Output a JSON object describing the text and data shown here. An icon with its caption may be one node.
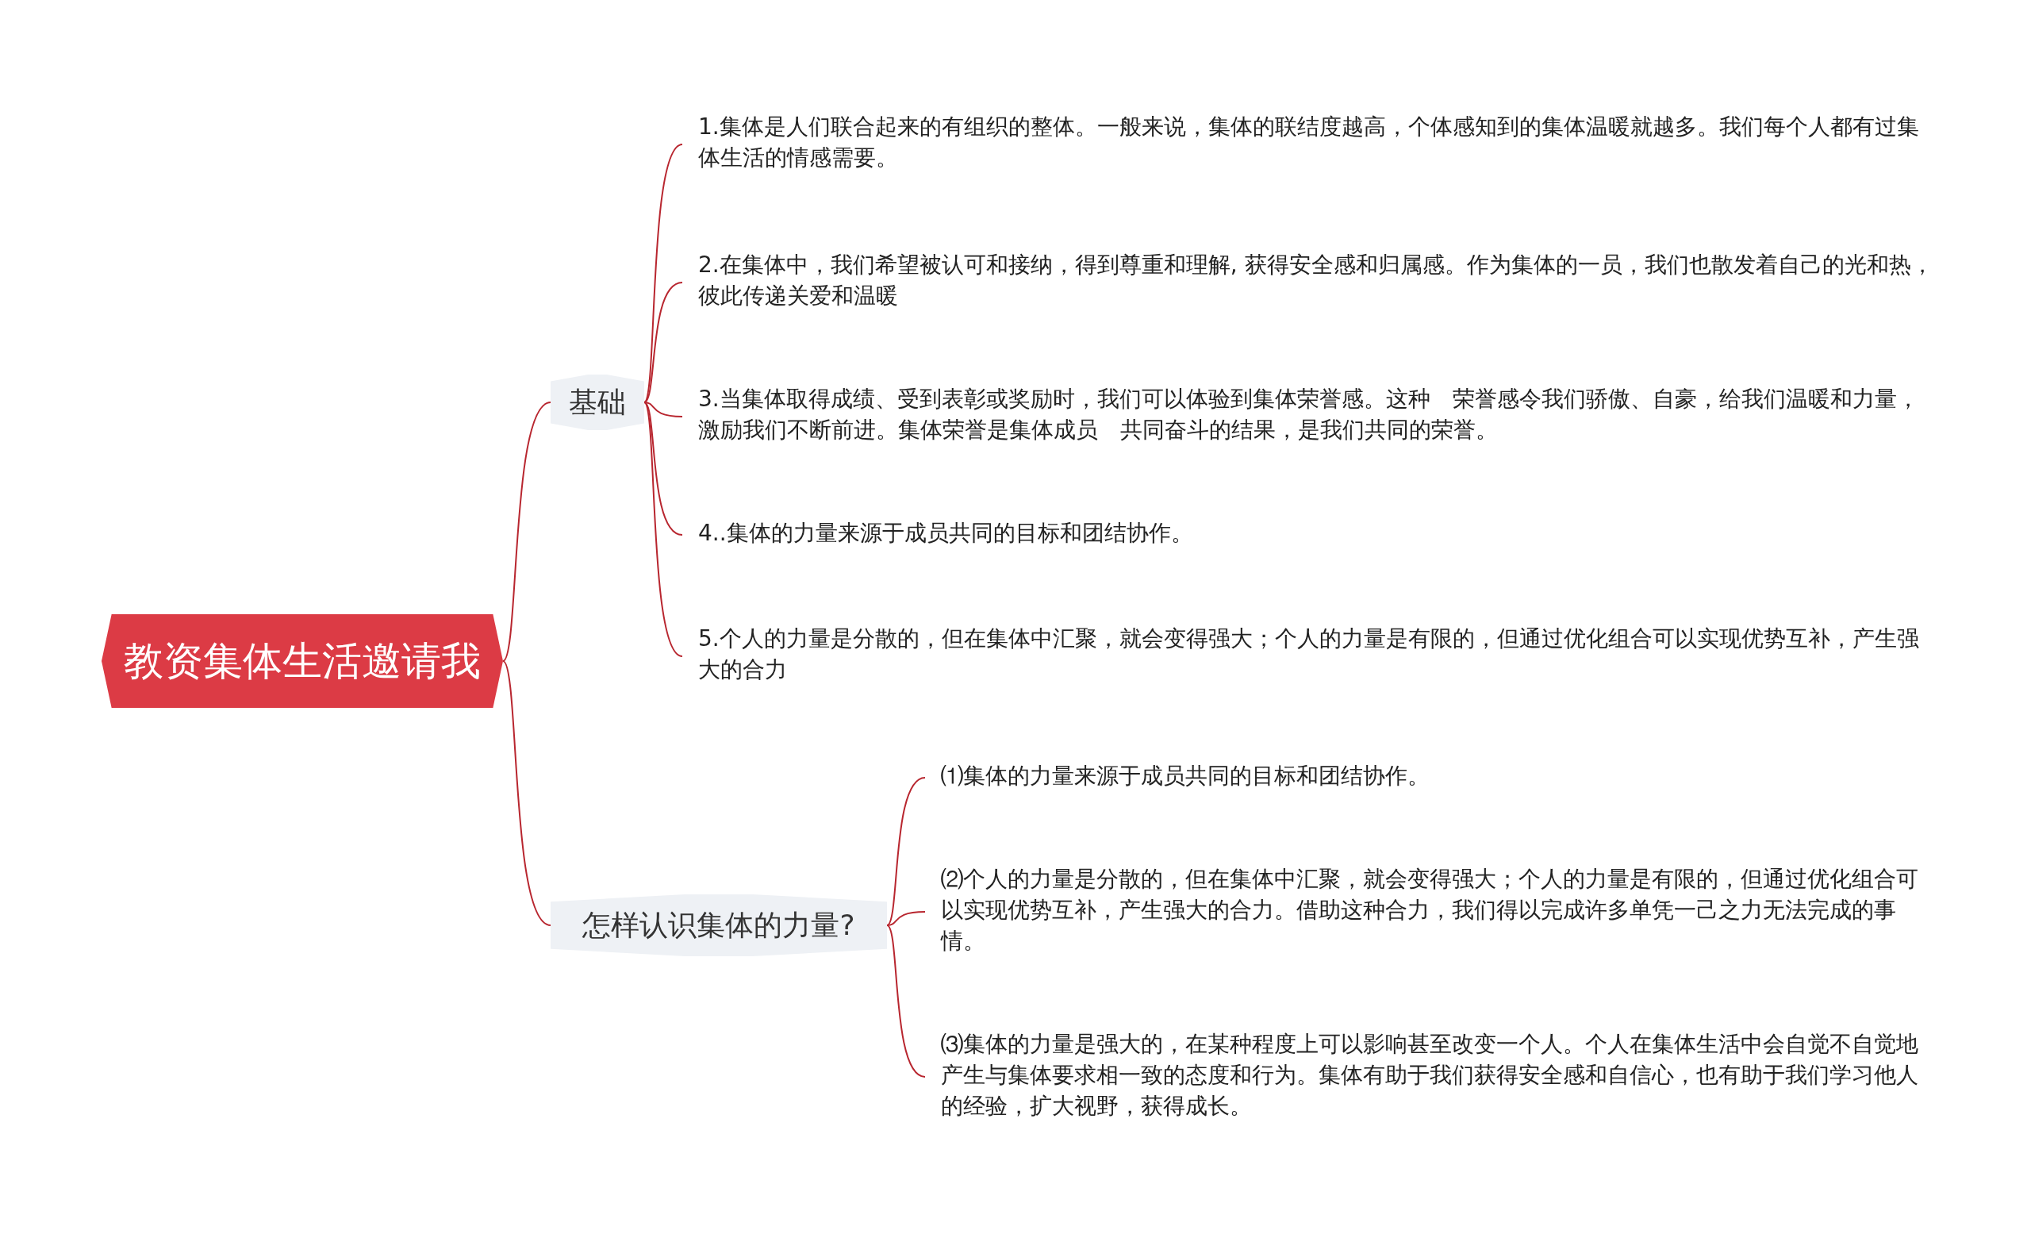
{
  "diagram": {
    "nodes": [
      {
        "text": [
          "教资集体生活邀请我"
        ]
      },
      {
        "text": [
          "基础"
        ]
      },
      {
        "text": [
          "1.集体是人们联合起来的有组织的整体。一般来说，集体的联结度越高，个体感知到的集体温暖就越多。我们每个人都有过集体生活的情感需要。"
        ]
      },
      {
        "text": [
          "2.在集体中，我们希望被认可和接纳，得到尊重和理解, 获得安全感和归属感。作为集体的一员，我们也散发着自己的光和热，彼此传递关爱和温暖"
        ]
      },
      {
        "text": [
          "3.当集体取得成绩、受到表彰或奖励时，我们可以体验到集体荣誉感。这种　荣誉感令我们骄傲、自豪，给我们温暖和力量，激励我们不断前进。集体荣誉是集体成员　共同奋斗的结果，是我们共同的荣誉。"
        ]
      },
      {
        "text": [
          "4..集体的力量来源于成员共同的目标和团结协作。"
        ]
      },
      {
        "text": [
          "5.个人的力量是分散的，但在集体中汇聚，就会变得强大；个人的力量是有限的，但通过优化组合可以实现优势互补，产生强大的合力"
        ]
      },
      {
        "text": [
          "怎样认识集体的力量?"
        ]
      },
      {
        "text": [
          "⑴集体的力量来源于成员共同的目标和团结协作。"
        ]
      },
      {
        "text": [
          "⑵个人的力量是分散的，但在集体中汇聚，就会变得强大；个人的力量是有限的，但通过优化组合可以实现优势互补，产生强大的合力。借助这种合力，我们得以完成许多单凭一己之力无法完成的事情。"
        ]
      },
      {
        "text": [
          "⑶集体的力量是强大的，在某种程度上可以影响甚至改变一个人。个人在集体生活中会自觉不自觉地产生与集体要求相一致的态度和行为。集体有助于我们获得安全感和自信心，也有助于我们学习他人的经验，扩大视野，获得成长。"
        ]
      }
    ],
    "edges": [
      {
        "from": 0,
        "to": 1,
        "arrow": "none"
      },
      {
        "from": 1,
        "to": 2,
        "arrow": "none"
      },
      {
        "from": 1,
        "to": 3,
        "arrow": "none"
      },
      {
        "from": 1,
        "to": 4,
        "arrow": "none"
      },
      {
        "from": 1,
        "to": 5,
        "arrow": "none"
      },
      {
        "from": 1,
        "to": 6,
        "arrow": "none"
      },
      {
        "from": 0,
        "to": 7,
        "arrow": "none"
      },
      {
        "from": 7,
        "to": 8,
        "arrow": "none"
      },
      {
        "from": 7,
        "to": 9,
        "arrow": "none"
      },
      {
        "from": 7,
        "to": 10,
        "arrow": "none"
      }
    ]
  }
}
